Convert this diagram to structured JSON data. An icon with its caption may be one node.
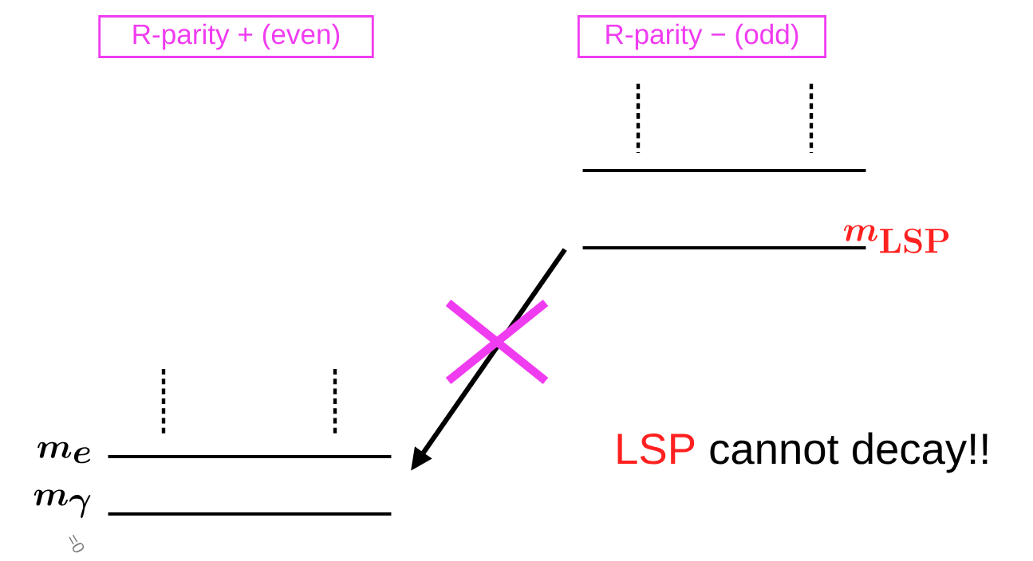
{
  "diagram": {
    "nodes": [
      {
        "text": [
          "R-parity + (even)"
        ]
      },
      {
        "text": [
          "R-parity − (odd)"
        ]
      },
      {
        "text": [],
        "shape": "bar"
      },
      {
        "text": [],
        "shape": "bar",
        "beside": [
          "\\boldsymbol{m}_{\\mathbf{LSP}}"
        ]
      },
      {
        "text": [],
        "shape": "bar",
        "beside": [
          "\\boldsymbol{m_e}"
        ]
      },
      {
        "text": [],
        "shape": "bar",
        "beside": [
          "\\boldsymbol{m_\\gamma}",
          "=0"
        ]
      }
    ],
    "edges": [
      {
        "from": 3,
        "to": 4,
        "arrow": "to"
      }
    ],
    "labels": [
      "LSP",
      "cannot decay!!"
    ]
  }
}
